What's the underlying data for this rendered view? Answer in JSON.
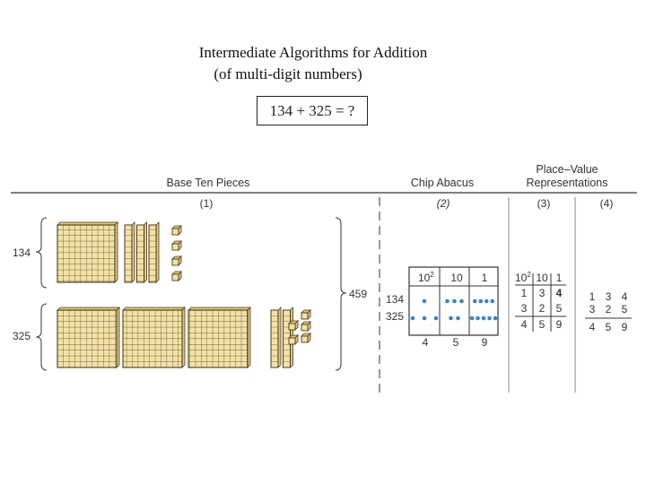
{
  "title": {
    "line1": "Intermediate Algorithms for Addition",
    "line2": "(of multi-digit numbers)"
  },
  "problem": "134 + 325 = ?",
  "headers": {
    "base_ten": "Base Ten Pieces",
    "chip_abacus": "Chip Abacus",
    "place_value_1": "Place–Value",
    "place_value_2": "Representations",
    "col1": "(1)",
    "col2": "(2)",
    "col3": "(3)",
    "col4": "(4)"
  },
  "base_ten": {
    "label_top": "134",
    "label_bottom": "325",
    "sum": "459",
    "rows": [
      {
        "hundreds": 1,
        "tens": 3,
        "ones": 4
      },
      {
        "hundreds": 3,
        "tens": 2,
        "ones": 5
      }
    ]
  },
  "abacus": {
    "col_hundreds": "10",
    "col_hundreds_exp": "2",
    "col_tens": "10",
    "col_ones": "1",
    "row_labels": [
      "134",
      "325"
    ],
    "rows": [
      [
        1,
        3,
        4
      ],
      [
        3,
        2,
        5
      ]
    ],
    "result": [
      "4",
      "5",
      "9"
    ],
    "chip_color": "#3b82c4"
  },
  "pv3": {
    "header": [
      "10",
      "10",
      "1"
    ],
    "header_exp": "2",
    "rows": [
      [
        "1",
        "3",
        "4"
      ],
      [
        "3",
        "2",
        "5"
      ]
    ],
    "result": [
      "4",
      "5",
      "9"
    ]
  },
  "pv4": {
    "rows": [
      [
        "1",
        "3",
        "4"
      ],
      [
        "3",
        "2",
        "5"
      ]
    ],
    "result": [
      "4",
      "5",
      "9"
    ]
  }
}
